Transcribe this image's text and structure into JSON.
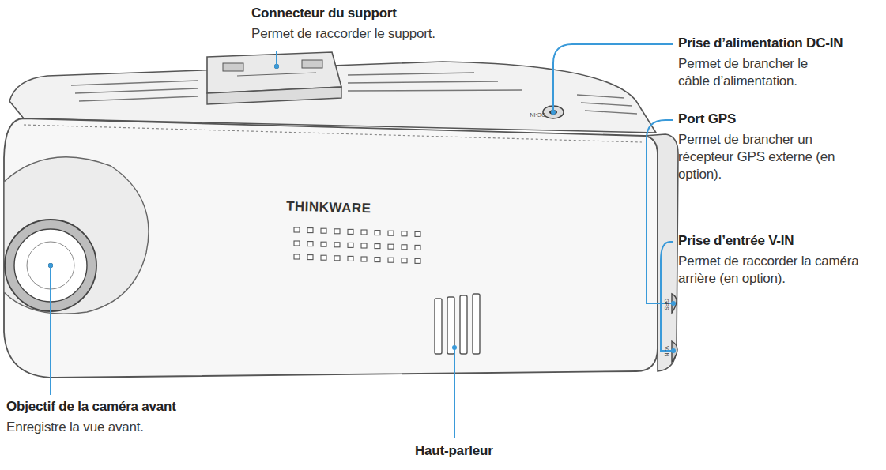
{
  "diagram": {
    "labels": [
      "Connecteur du support",
      "Permet de raccorder le support.",
      "Prise d’alimentation DC-IN",
      "Permet de brancher le câble d’alimentation.",
      "Port GPS",
      "Permet de brancher un récepteur GPS externe (en option).",
      "Prise d’entrée V-IN",
      "Permet de raccorder la caméra arrière (en option).",
      "Objectif de la caméra avant",
      "Enregistre la vue avant.",
      "Haut-parleur",
      "THINKWARE",
      "DC-IN",
      "GPS",
      "V-IN"
    ]
  }
}
